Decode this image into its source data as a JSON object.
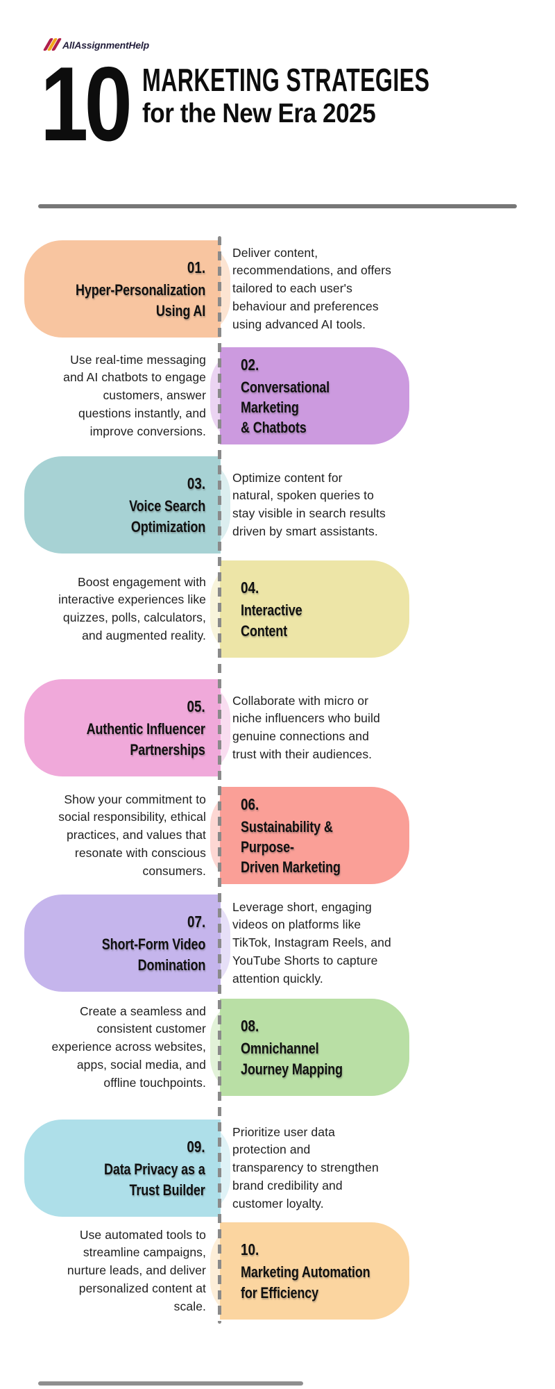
{
  "header": {
    "logo": {
      "text": "AllAssignmentHelp",
      "text_color": "#231F3C",
      "slash_colors": [
        "#B01E4C",
        "#F2A71B",
        "#B01E4C"
      ]
    },
    "big_number": "10",
    "title_line1": "MARKETING STRATEGIES",
    "title_line2": "for the New Era 2025"
  },
  "divider_top_color": "#777777",
  "divider_bottom_color": "#8f8f8f",
  "timeline": {
    "dash_color": "#8a8a8a"
  },
  "items": [
    {
      "number": "01.",
      "title": "Hyper-Personalization\nUsing AI",
      "description": "Deliver content,\nrecommendations, and offers\ntailored to each user's\nbehaviour and preferences\nusing advanced AI tools.",
      "color": "#F8C5A0",
      "tint": "#FCE4D2"
    },
    {
      "number": "02.",
      "title": "Conversational Marketing\n& Chatbots",
      "description": "Use real-time messaging\nand AI chatbots to engage\ncustomers, answer\nquestions instantly, and\nimprove conversions.",
      "color": "#CC9ADF",
      "tint": "#EBD4F2"
    },
    {
      "number": "03.",
      "title": "Voice Search\nOptimization",
      "description": "Optimize content for\nnatural, spoken queries to\nstay visible in search results\ndriven by smart assistants.",
      "color": "#A7D2D4",
      "tint": "#DCEEEF"
    },
    {
      "number": "04.",
      "title": "Interactive\nContent",
      "description": "Boost engagement with\ninteractive experiences like\nquizzes, polls, calculators,\nand augmented reality.",
      "color": "#EDE5A7",
      "tint": "#F8F4DB"
    },
    {
      "number": "05.",
      "title": "Authentic Influencer\nPartnerships",
      "description": "Collaborate with micro or\nniche influencers who build\ngenuine connections and\ntrust with their audiences.",
      "color": "#F0A9DA",
      "tint": "#F9DDF0"
    },
    {
      "number": "06.",
      "title": "Sustainability & Purpose-\nDriven Marketing",
      "description": "Show your commitment to\nsocial responsibility, ethical\npractices, and values that\nresonate with conscious\nconsumers.",
      "color": "#FA9F97",
      "tint": "#FDD7D3"
    },
    {
      "number": "07.",
      "title": "Short-Form Video\nDomination",
      "description": "Leverage short, engaging\nvideos on platforms like\nTikTok, Instagram Reels, and\nYouTube Shorts to capture\nattention quickly.",
      "color": "#C5B5EC",
      "tint": "#E6DFF7"
    },
    {
      "number": "08.",
      "title": "Omnichannel\nJourney Mapping",
      "description": "Create a seamless and\nconsistent customer\nexperience across websites,\napps, social media, and\noffline touchpoints.",
      "color": "#B9DFA5",
      "tint": "#E2F2D8"
    },
    {
      "number": "09.",
      "title": "Data Privacy as a\nTrust Builder",
      "description": "Prioritize user data\nprotection and\ntransparency to strengthen\nbrand credibility and\ncustomer loyalty.",
      "color": "#AEDFE9",
      "tint": "#DFF2F6"
    },
    {
      "number": "10.",
      "title": "Marketing Automation\nfor Efficiency",
      "description": "Use automated tools to\nstreamline campaigns,\nnurture leads, and deliver\npersonalized content at\nscale.",
      "color": "#FBD5A0",
      "tint": "#FDEED8"
    }
  ]
}
